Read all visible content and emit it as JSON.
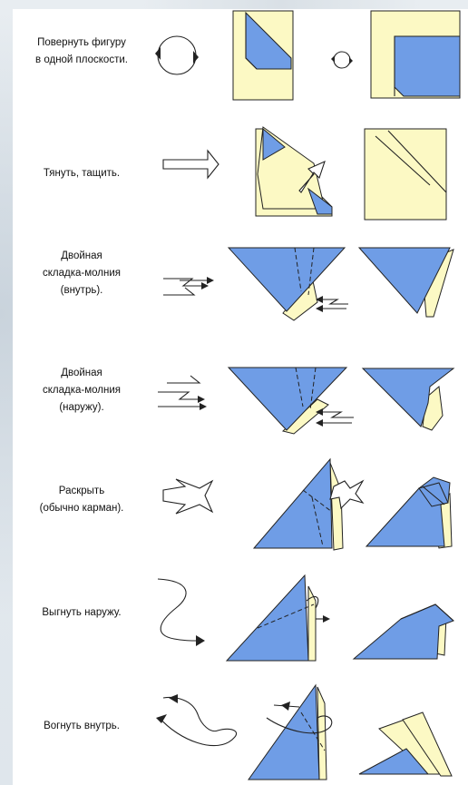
{
  "instructions": [
    {
      "lines": [
        "Повернуть фигуру",
        "в одной плоскости."
      ]
    },
    {
      "lines": [
        "Тянуть, тащить."
      ]
    },
    {
      "lines": [
        "Двойная",
        "складка-молния",
        "(внутрь)."
      ]
    },
    {
      "lines": [
        "Двойная",
        "складка-молния",
        "(наружу)."
      ]
    },
    {
      "lines": [
        "Раскрыть",
        "(обычно карман)."
      ]
    },
    {
      "lines": [
        "Выгнуть наружу."
      ]
    },
    {
      "lines": [
        "Вогнуть внутрь."
      ]
    }
  ],
  "colors": {
    "paper_yellow": "#fcf9c4",
    "paper_blue": "#6f9de6",
    "line": "#222222"
  }
}
